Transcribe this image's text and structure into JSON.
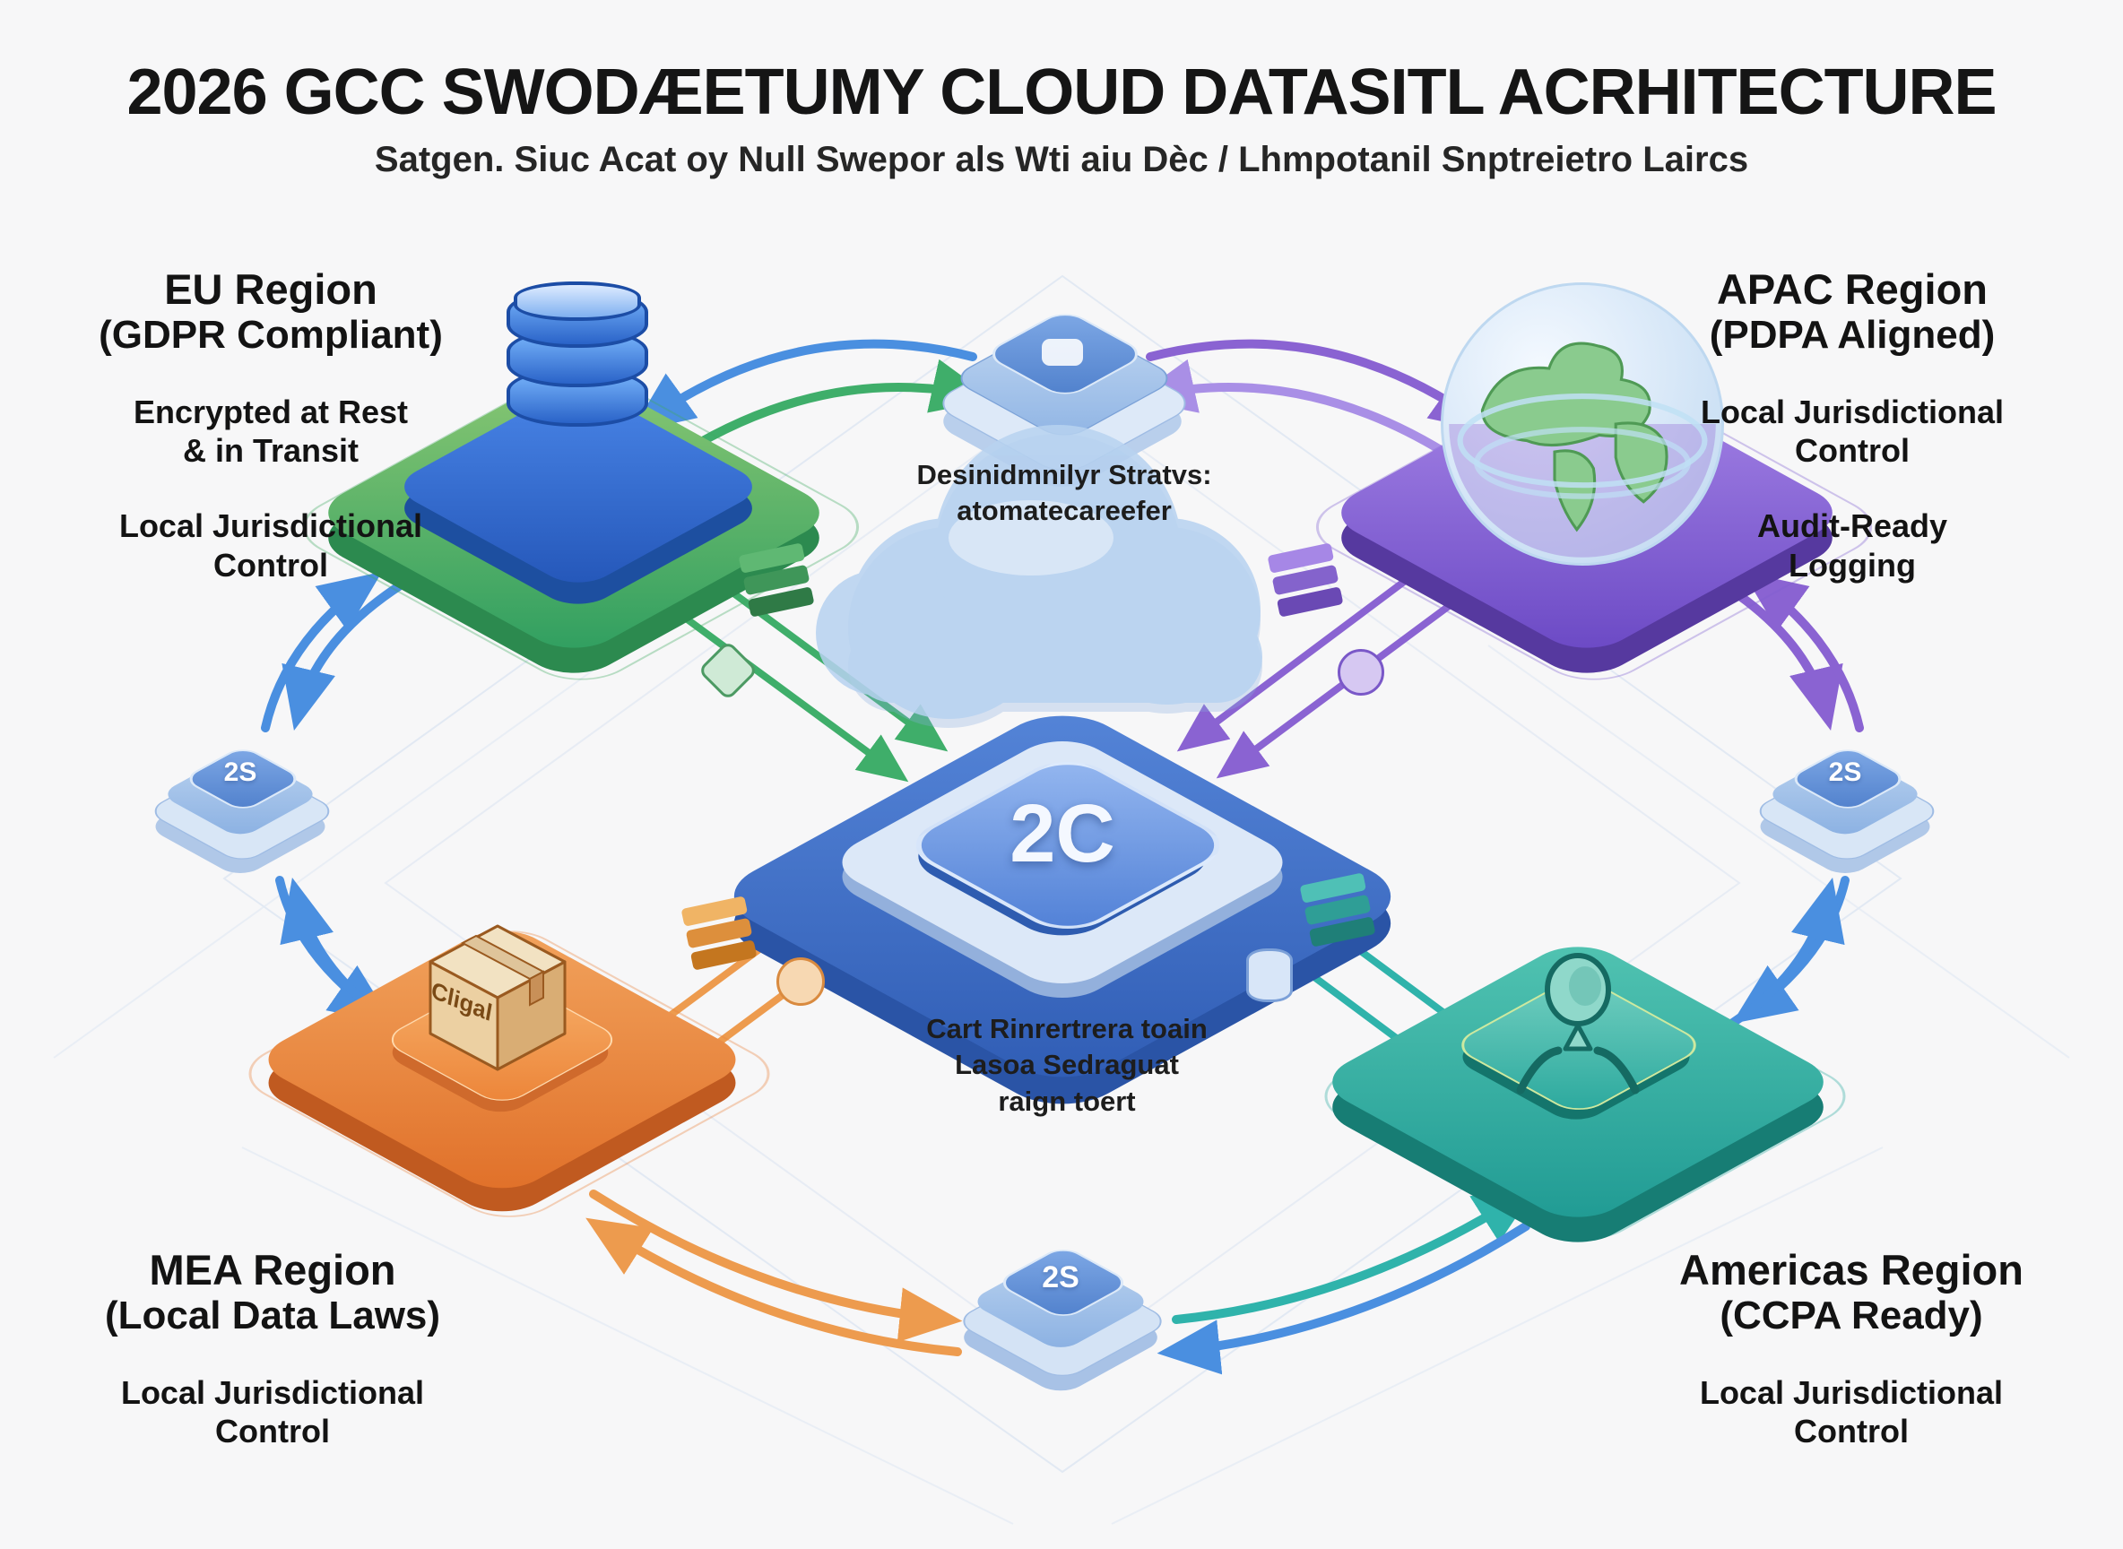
{
  "header": {
    "title": "2026 GCC SWODÆETUMY CLOUD DATASITL ACRHITECTURE",
    "subtitle": "Satgen. Siuc Acat oy Null Swepor als Wti aiu Dèc / Lhmpotanil Snptreietro Laircs"
  },
  "center_hub": {
    "core_label": "2C",
    "top_note": "Desinidmnilyr Stratvs:\natomatecareefer",
    "bottom_note": "Cart Rinrertrera toain\nLasoa Sedraguat\nraign toert"
  },
  "relay_badges": {
    "left_label": "2S",
    "right_label": "2S",
    "bottom_label": "2S"
  },
  "regions": {
    "eu": {
      "name": "EU Region",
      "compliance": "(GDPR Compliant)",
      "feature1": "Encrypted at Rest\n& in Transit",
      "feature2": "Local Jurisdictional\nControl"
    },
    "apac": {
      "name": "APAC Region",
      "compliance": "(PDPA Aligned)",
      "feature1": "Local Jurisdictional\nControl",
      "feature2": "Audit-Ready\nLogging"
    },
    "mea": {
      "name": "MEA Region",
      "compliance": "(Local Data Laws)",
      "feature1": "Local Jurisdictional\nControl",
      "box_label": "Cligal"
    },
    "americas": {
      "name": "Americas Region",
      "compliance": "(CCPA Ready)",
      "feature1": "Local Jurisdictional\nControl"
    }
  },
  "icons": {
    "hub": "cloud-platform-icon",
    "eu": "database-stack-icon",
    "apac": "globe-icon",
    "mea": "shipping-box-icon",
    "americas": "user-pin-icon",
    "relays": "server-stack-icon"
  },
  "colors": {
    "eu_green": "#3fa95f",
    "eu_blue": "#2f6fd2",
    "apac_purple": "#7d5ed0",
    "mea_orange": "#e9823d",
    "americas_teal": "#27a9a0",
    "hub_blue": "#3a6cc5",
    "arrow_blue": "#4a8fe0",
    "arrow_green": "#3fae6a",
    "arrow_purple": "#8a63d2",
    "arrow_orange": "#ed9b4e",
    "arrow_teal": "#2fb3ab"
  }
}
